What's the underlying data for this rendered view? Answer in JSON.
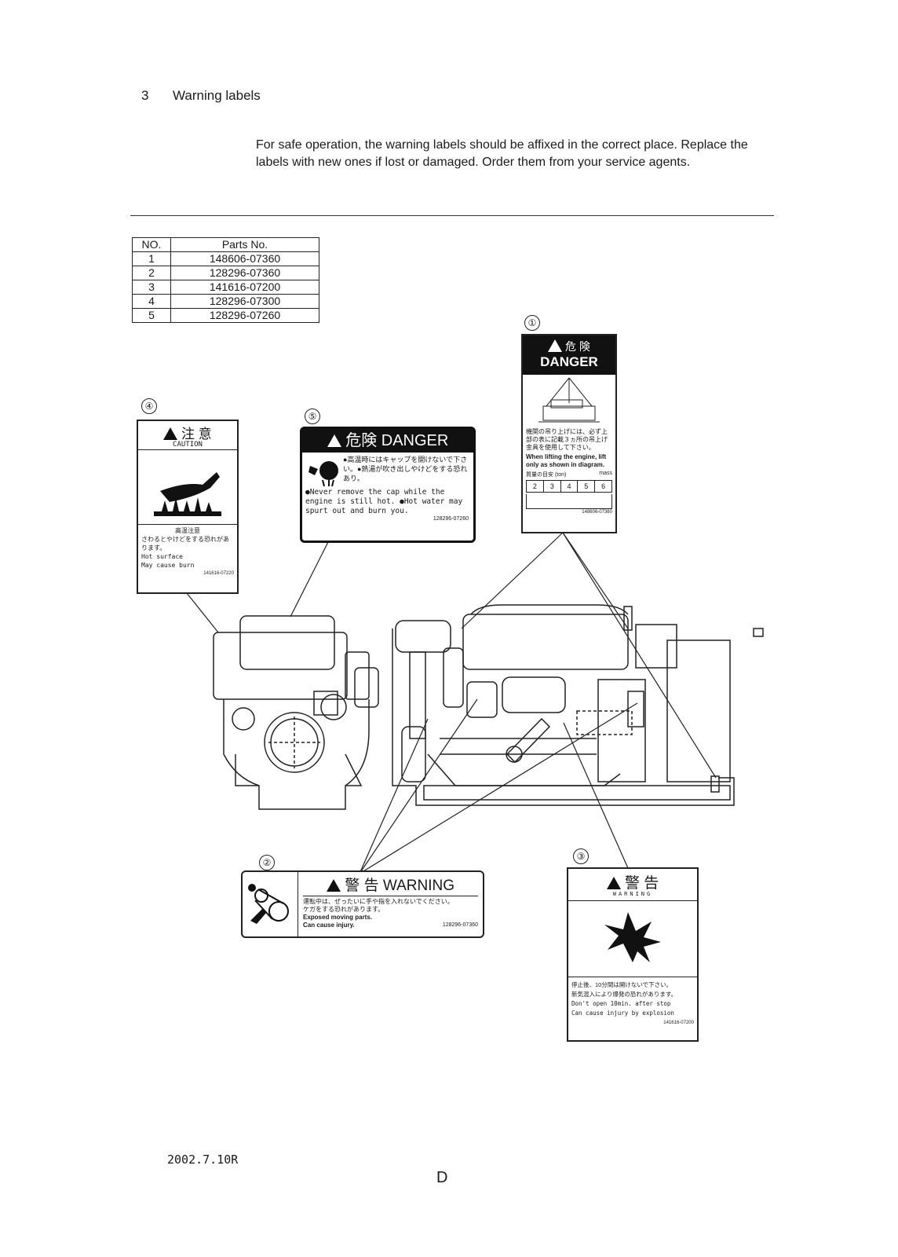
{
  "section": {
    "number": "3",
    "title": "Warning labels"
  },
  "intro": "For safe operation, the warning labels should be affixed in the correct place. Replace the labels with new ones if lost or damaged.   Order them from your service agents.",
  "parts_table": {
    "headers": [
      "NO.",
      "Parts No."
    ],
    "rows": [
      [
        "1",
        "148606-07360"
      ],
      [
        "2",
        "128296-07360"
      ],
      [
        "3",
        "141616-07200"
      ],
      [
        "4",
        "128296-07300"
      ],
      [
        "5",
        "128296-07260"
      ]
    ]
  },
  "labels": {
    "l1": {
      "marker": "①",
      "header_jp": "危 険",
      "header_en": "DANGER",
      "text_jp": "機関の吊り上げには、必ず上部の表に記載３ヵ所の吊上げ金具を使用して下さい。",
      "text_en": "When lifting the engine, lift only as shown in diagram.",
      "mass_caption": "質量の目安 (ton)",
      "mass_unit": "mass",
      "mass_values": [
        "2",
        "3",
        "4",
        "5",
        "6"
      ],
      "part_no": "148606-07360"
    },
    "l2": {
      "marker": "②",
      "header_jp": "警 告",
      "header_en": "WARNING",
      "bullets": [
        "運転中は、ぜったいに手や指を入れないでください。",
        "ケガをする恐れがあります。",
        "Exposed moving parts.",
        "Can cause injury."
      ],
      "part_no": "128296-07360"
    },
    "l3": {
      "marker": "③",
      "header_jp": "警 告",
      "header_en": "WARNING",
      "bullets": [
        "停止後、10分間は開けないで下さい。",
        "新気混入により爆発の恐れがあります。",
        "Don't open 10min. after stop",
        "Can cause injury by explosion"
      ],
      "part_no": "141616-07200"
    },
    "l4": {
      "marker": "④",
      "header_jp": "注 意",
      "header_en": "CAUTION",
      "subtitle_jp": "高温注意",
      "bullets": [
        "さわるとやけどをする恐れがあります。",
        "Hot surface",
        "May cause burn"
      ],
      "part_no": "141616-07220"
    },
    "l5": {
      "marker": "⑤",
      "header_jp": "危険",
      "header_en": "DANGER",
      "text_jp": "●高温時にはキャップを開けないで下さい。●熱湯が吹き出しやけどをする恐れあり。",
      "text_en": "●Never remove the cap while the engine is still hot. ●Hot water may spurt out and burn you.",
      "part_no": "128296-07260"
    }
  },
  "footer": {
    "date": "2002.7.10R",
    "page": "D"
  }
}
